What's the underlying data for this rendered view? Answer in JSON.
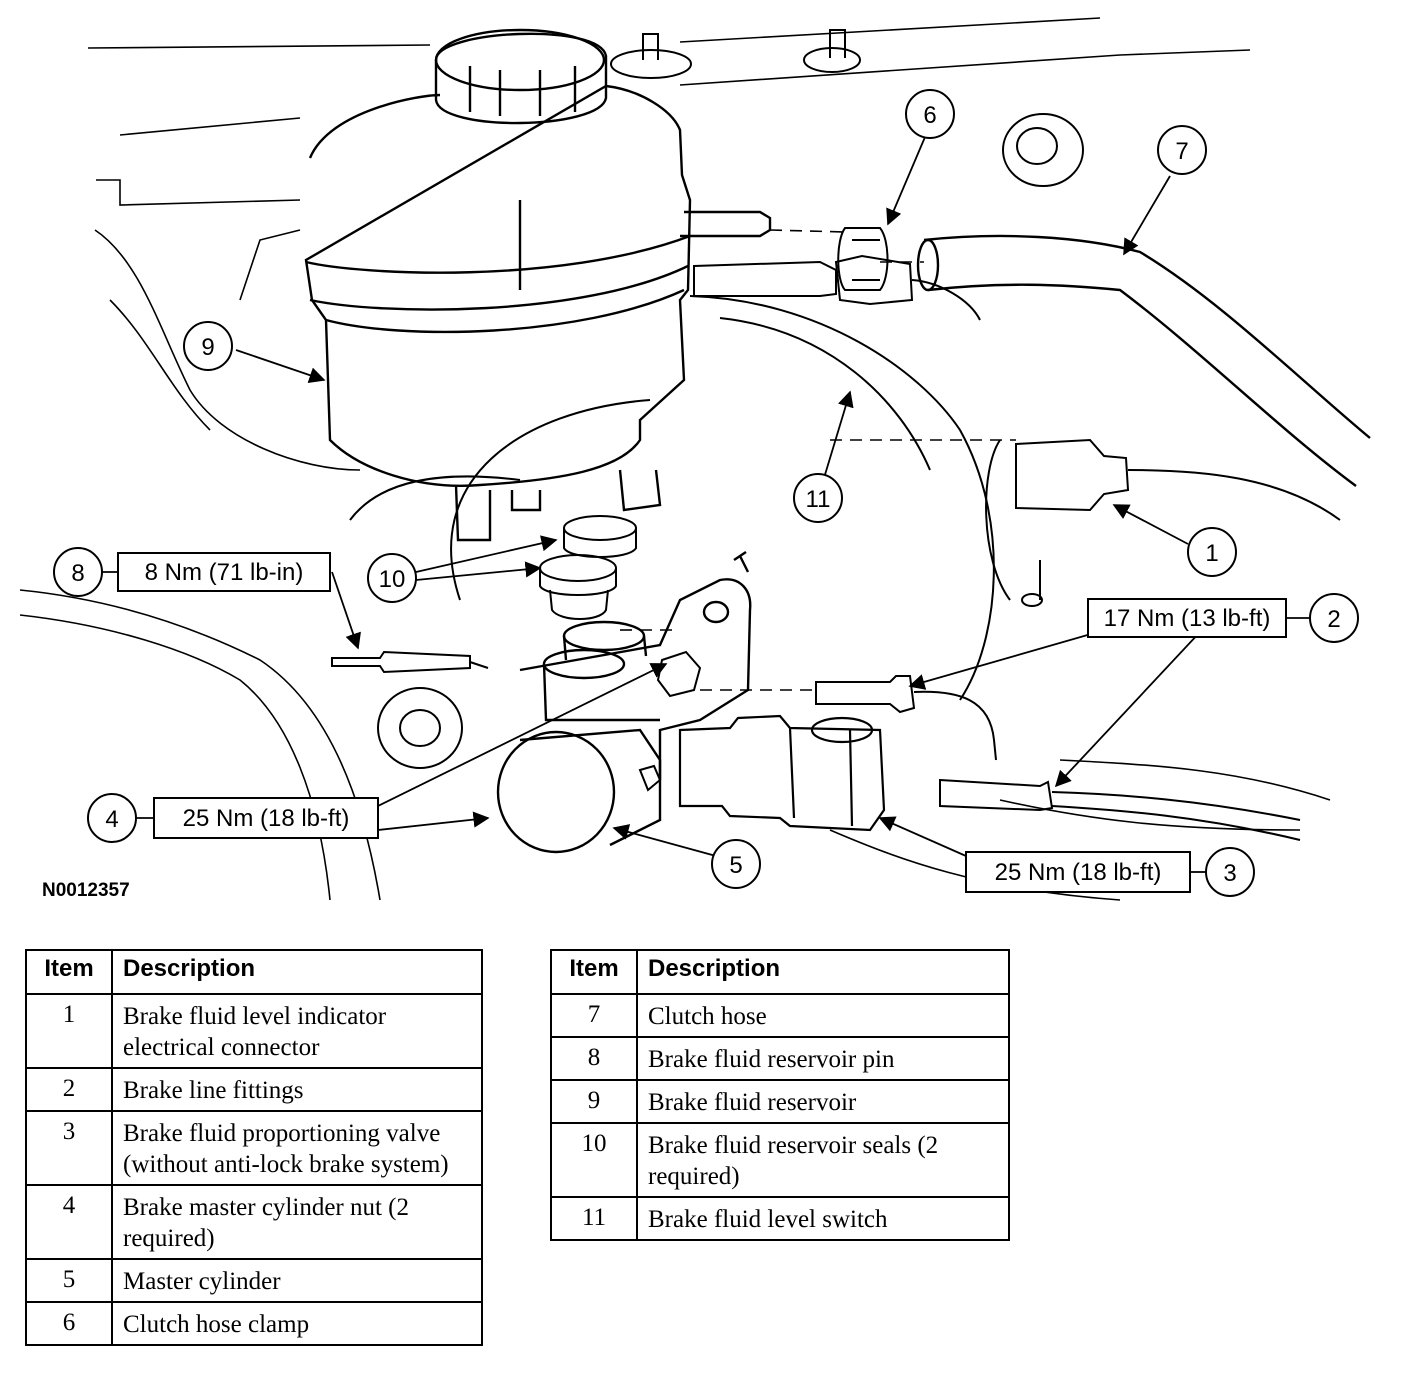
{
  "figure_id": "N0012357",
  "callouts": [
    {
      "num": "1",
      "torque": ""
    },
    {
      "num": "2",
      "torque": "17 Nm (13 lb-ft)"
    },
    {
      "num": "3",
      "torque": "25 Nm (18 lb-ft)"
    },
    {
      "num": "4",
      "torque": "25 Nm (18 lb-ft)"
    },
    {
      "num": "5",
      "torque": ""
    },
    {
      "num": "6",
      "torque": ""
    },
    {
      "num": "7",
      "torque": ""
    },
    {
      "num": "8",
      "torque": "8 Nm (71 lb-in)"
    },
    {
      "num": "9",
      "torque": ""
    },
    {
      "num": "10",
      "torque": ""
    },
    {
      "num": "11",
      "torque": ""
    }
  ],
  "legend": {
    "header_item": "Item",
    "header_description": "Description",
    "left": [
      {
        "item": "1",
        "description": "Brake fluid level indicator electrical connector"
      },
      {
        "item": "2",
        "description": "Brake line fittings"
      },
      {
        "item": "3",
        "description": "Brake fluid proportioning valve (without anti-lock brake system)"
      },
      {
        "item": "4",
        "description": "Brake master cylinder nut (2 required)"
      },
      {
        "item": "5",
        "description": "Master cylinder"
      },
      {
        "item": "6",
        "description": "Clutch hose clamp"
      }
    ],
    "right": [
      {
        "item": "7",
        "description": "Clutch hose"
      },
      {
        "item": "8",
        "description": "Brake fluid reservoir pin"
      },
      {
        "item": "9",
        "description": "Brake fluid reservoir"
      },
      {
        "item": "10",
        "description": "Brake fluid reservoir seals (2 required)"
      },
      {
        "item": "11",
        "description": "Brake fluid level switch"
      }
    ]
  }
}
